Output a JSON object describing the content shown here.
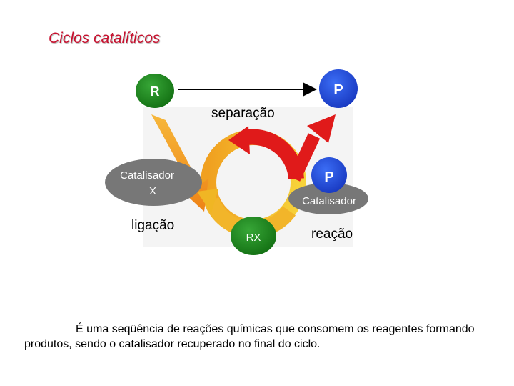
{
  "title": "Ciclos catalíticos",
  "nodes": {
    "r": "R",
    "p_top": "P",
    "p_bound": "P",
    "rx": "RX",
    "catalisador_x_line1": "Catalisador",
    "catalisador_x_line2": "X",
    "catalisador": "Catalisador"
  },
  "steps": {
    "separacao": "separação",
    "ligacao": "ligação",
    "reacao": "reação"
  },
  "caption": "É uma seqüência de reações químicas que consomem os reagentes formando produtos, sendo o catalisador recuperado no final do ciclo.",
  "colors": {
    "title": "#c8102e",
    "green": "#1e8a1e",
    "blue": "#1e4fe0",
    "gray": "#7a7a7a",
    "orange": "#f39a1c",
    "yellow": "#f2c21a",
    "red": "#e01a1a"
  }
}
